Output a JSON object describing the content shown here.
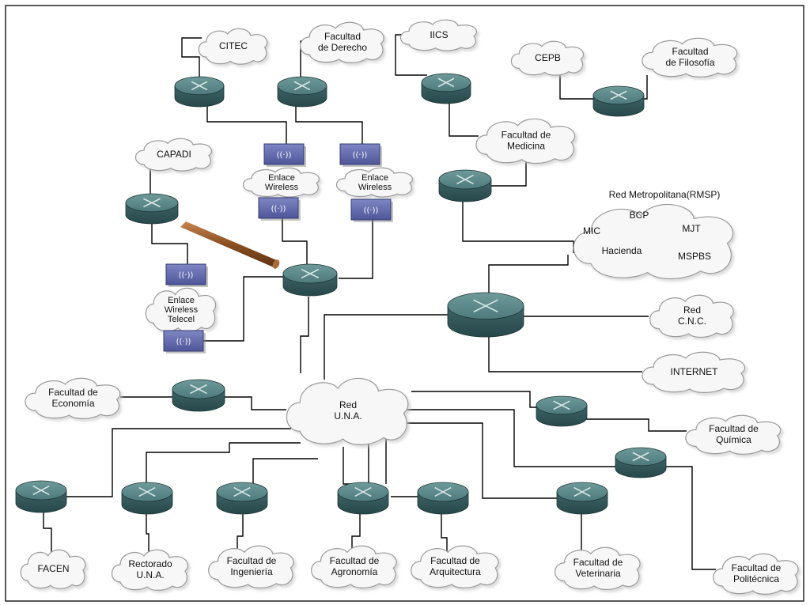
{
  "network": {
    "main_hub": "Red U.N.A.",
    "metro": {
      "title": "Red Metropolitana(RMSP)",
      "members": [
        "BCP",
        "MIC",
        "MJT",
        "Hacienda",
        "MSPBS"
      ]
    },
    "clouds": {
      "citec": "CITEC",
      "derecho": [
        "Facultad",
        "de Derecho"
      ],
      "iics": "IICS",
      "cepb": "CEPB",
      "filosofia": [
        "Facultad",
        "de Filosofía"
      ],
      "medicina": [
        "Facultad de",
        "Medicina"
      ],
      "capadi": "CAPADI",
      "wl1": [
        "Enlace",
        "Wireless"
      ],
      "wl2": [
        "Enlace",
        "Wireless"
      ],
      "telecel": [
        "Enlace",
        "Wireless",
        "Telecel"
      ],
      "cnc": [
        "Red",
        "C.N.C."
      ],
      "internet": "INTERNET",
      "economia": [
        "Facultad de",
        "Economía"
      ],
      "quimica": [
        "Facultad de",
        "Química"
      ],
      "facen": "FACEN",
      "rectorado": [
        "Rectorado",
        "U.N.A."
      ],
      "ingenieria": [
        "Facultad de",
        "Ingeniería"
      ],
      "agronomia": [
        "Facultad de",
        "Agronomía"
      ],
      "arquitectura": [
        "Facultad de",
        "Arquitectura"
      ],
      "veterinaria": [
        "Facultad de",
        "Veterinaria"
      ],
      "politecnica": [
        "Facultad de",
        "Politécnica"
      ]
    },
    "wireless_symbol": "((·))"
  }
}
